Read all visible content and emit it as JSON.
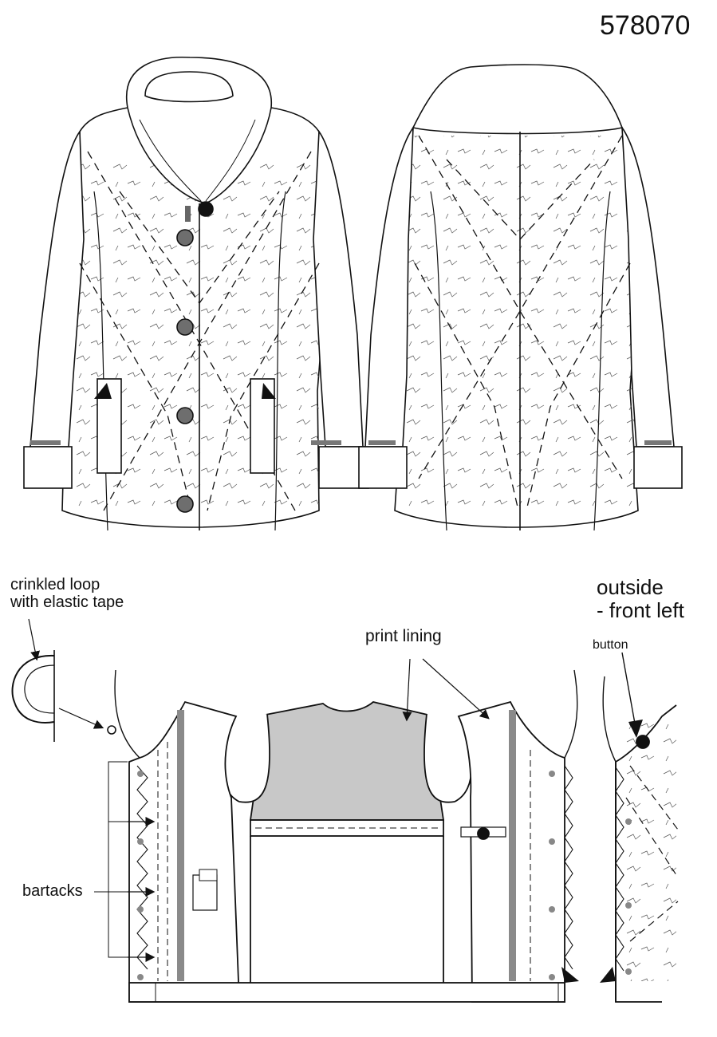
{
  "header": {
    "style_number": "578070"
  },
  "labels": {
    "crinkled_loop_line1": "crinkled loop",
    "crinkled_loop_line2": "with elastic tape",
    "print_lining": "print lining",
    "outside_line1": "outside",
    "outside_line2": "- front left",
    "button": "button",
    "bartacks": "bartacks"
  },
  "colors": {
    "line": "#111111",
    "lining_fill": "#c8c8c8",
    "button_fill": "#6e6e6e",
    "facing_strip": "#8a8a8a"
  }
}
